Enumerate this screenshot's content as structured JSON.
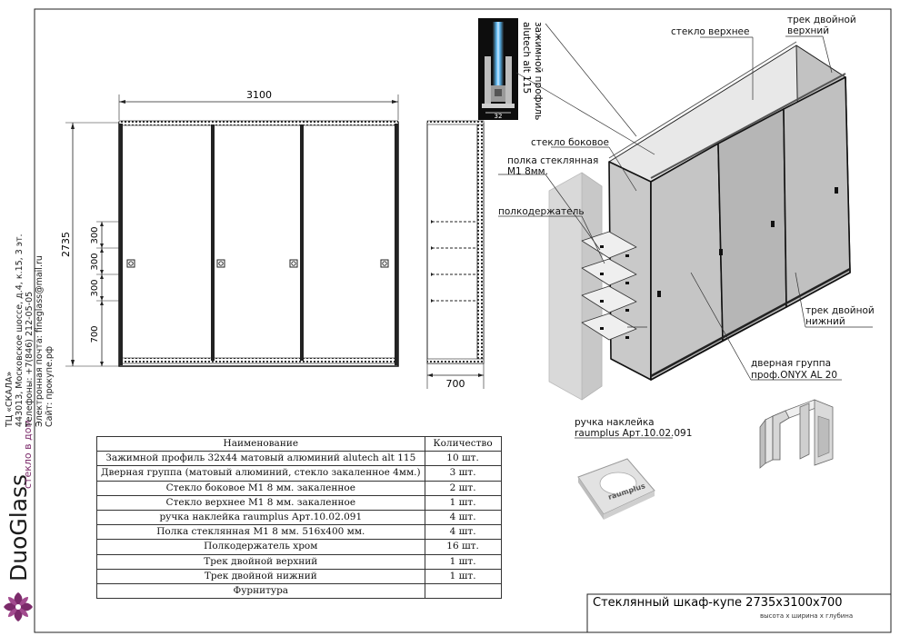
{
  "brand": {
    "name": "DuoGlass",
    "tagline": "стекло в дом",
    "accent_color": "#7b2a6a"
  },
  "contacts": [
    "ТЦ «СКАЛА»",
    "443013, Московское шоссе, д.4, к.15, 3 эт.",
    "Телефоны: +7(846) 212-05-05",
    "Электронная почта: fineglass@mail.ru",
    "Сайт: прокупе.рф"
  ],
  "dimensions": {
    "width": "3100",
    "height": "2735",
    "depth": "700",
    "shelf_spacing": [
      "300",
      "300",
      "300"
    ],
    "bottom": "700",
    "profile_width": "32"
  },
  "callouts": {
    "profile": "зажимной профиль",
    "profile_sub": "alutech alt 115",
    "glass_top": "стекло верхнее",
    "track_top_1": "трек двойной",
    "track_top_2": "верхний",
    "glass_side": "стекло боковое",
    "shelf_1": "полка стеклянная",
    "shelf_2": "М1 8мм.",
    "shelf_holder": "полкодержатель",
    "track_bottom_1": "трек двойной",
    "track_bottom_2": "нижний",
    "door_group_1": "дверная группа",
    "door_group_2": "проф.ONYX AL 20",
    "handle_1": "ручка наклейка",
    "handle_2": "raumplus Арт.10.02.091",
    "handle_logo": "raumplus"
  },
  "table": {
    "headers": [
      "Наименование",
      "Количество"
    ],
    "rows": [
      [
        "Зажимной профиль 32x44 матовый алюминий alutech alt 115",
        "10 шт."
      ],
      [
        "Дверная группа (матовый алюминий, стекло закаленное 4мм.)",
        "3 шт."
      ],
      [
        "Стекло боковое М1 8 мм. закаленное",
        "2 шт."
      ],
      [
        "Стекло верхнее М1 8 мм. закаленное",
        "1 шт."
      ],
      [
        "ручка наклейка raumplus Арт.10.02.091",
        "4 шт."
      ],
      [
        "Полка стеклянная М1 8 мм. 516x400 мм.",
        "4 шт."
      ],
      [
        "Полкодержатель хром",
        "16 шт."
      ],
      [
        "Трек двойной верхний",
        "1 шт."
      ],
      [
        "Трек двойной нижний",
        "1 шт."
      ],
      [
        "Фурнитура",
        ""
      ]
    ]
  },
  "title_block": {
    "title": "Стеклянный шкаф-купе 2735х3100х700",
    "subtitle": "высота х ширина х глубина"
  }
}
